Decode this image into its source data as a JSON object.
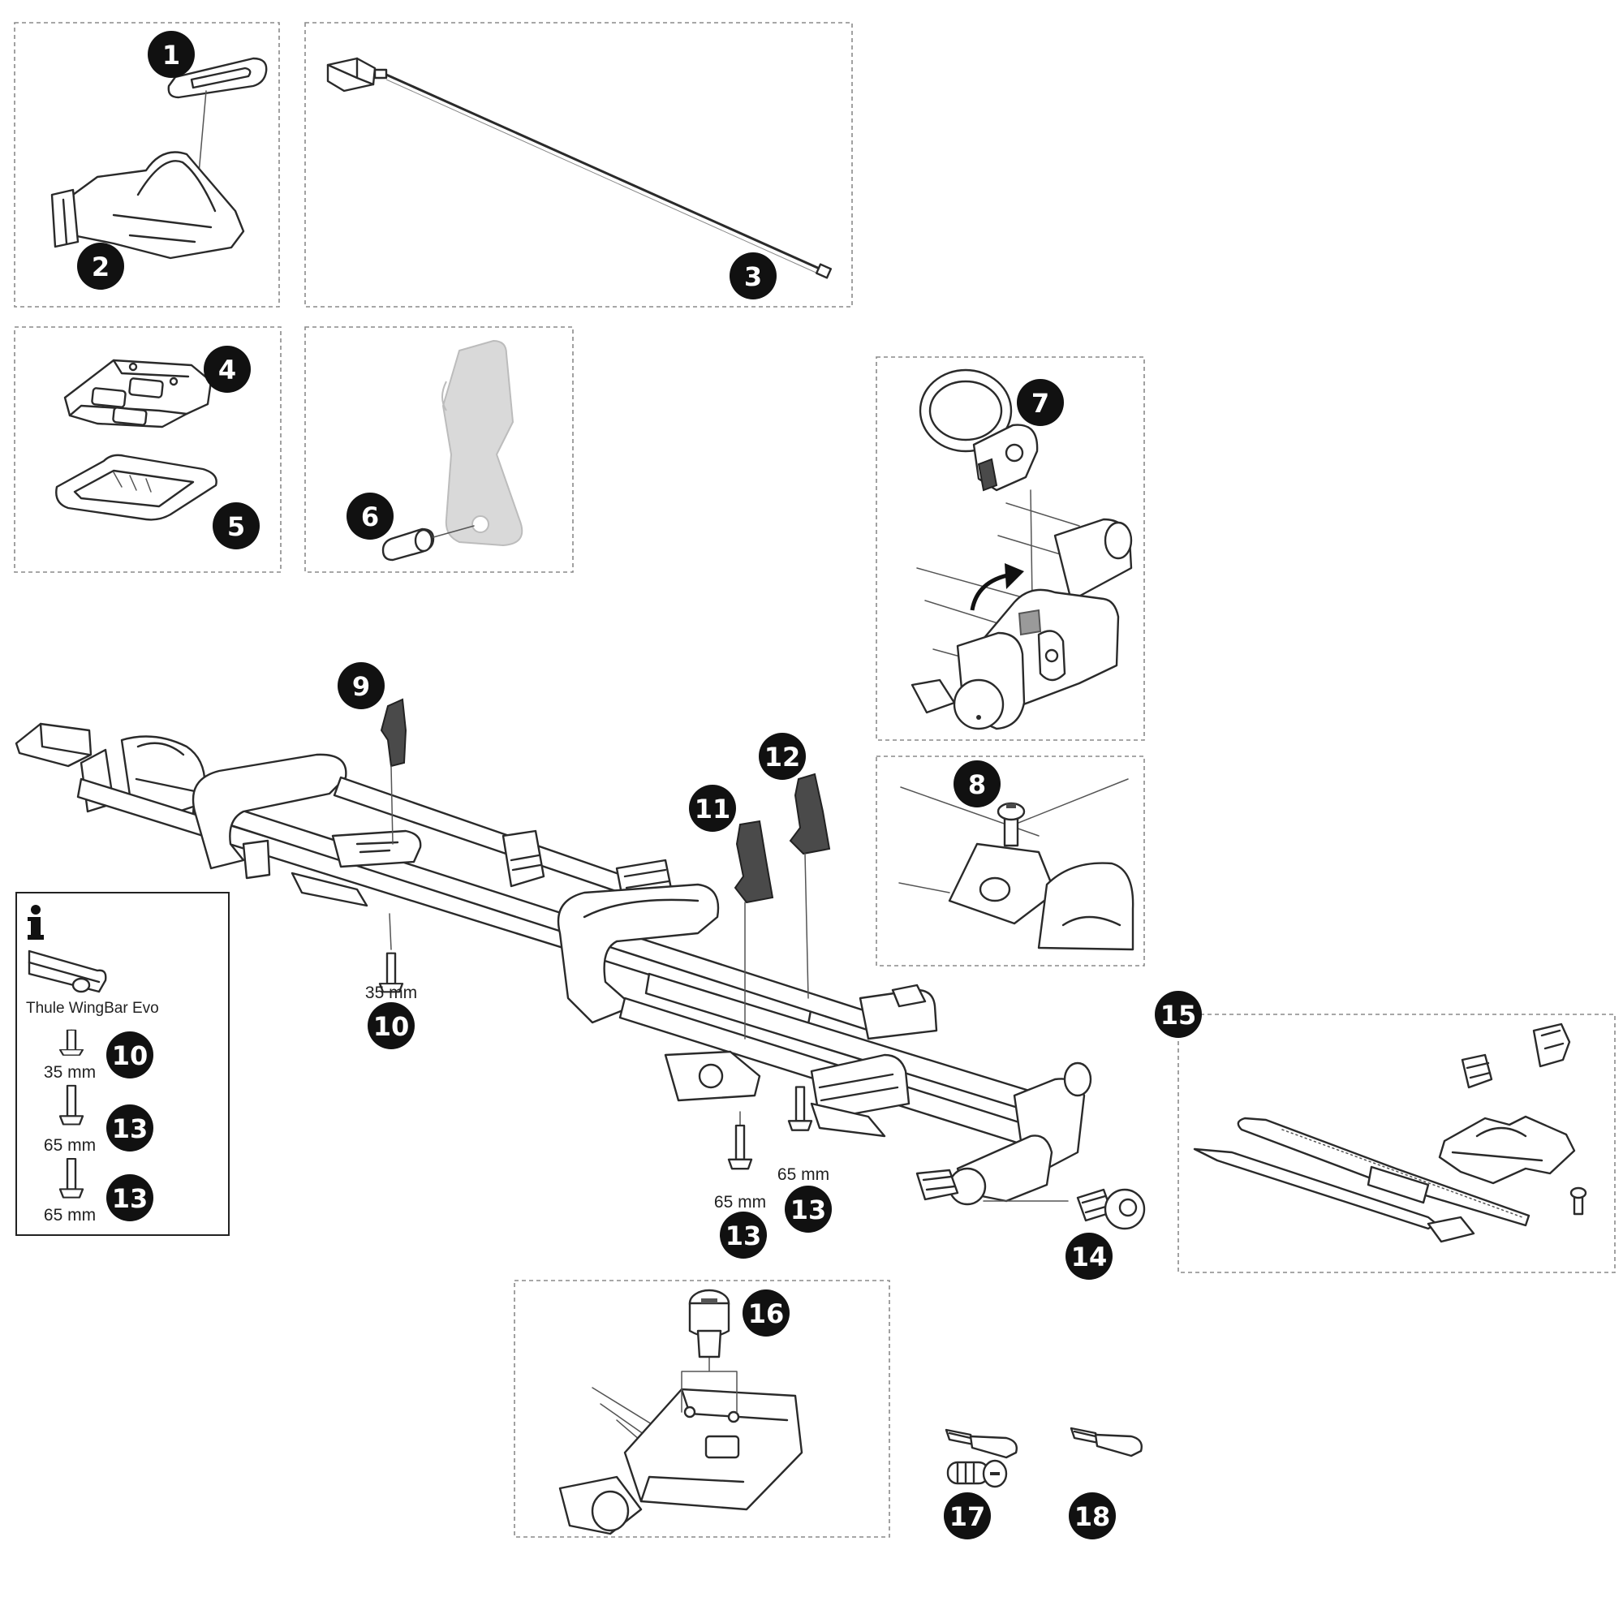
{
  "callouts": {
    "c1": "1",
    "c2": "2",
    "c3": "3",
    "c4": "4",
    "c5": "5",
    "c6": "6",
    "c7": "7",
    "c8": "8",
    "c9": "9",
    "c10a": "10",
    "c10b": "10",
    "c11": "11",
    "c12": "12",
    "c13a": "13",
    "c13b": "13",
    "c13c": "13",
    "c13d": "13",
    "c14": "14",
    "c15": "15",
    "c16": "16",
    "c17": "17",
    "c18": "18"
  },
  "dimensions": {
    "d35_main": "35 mm",
    "d65_main_a": "65 mm",
    "d65_main_b": "65 mm",
    "d35_info": "35 mm",
    "d65_info_a": "65 mm",
    "d65_info_b": "65 mm"
  },
  "info_box": {
    "icon": "info-icon",
    "caption": "Thule WingBar Evo"
  }
}
